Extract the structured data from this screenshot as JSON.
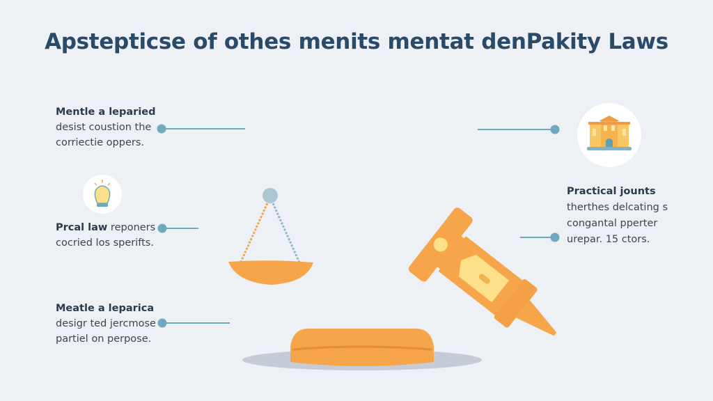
{
  "title": "Apstepticse of othes menits mentat denPakity Laws",
  "colors": {
    "accent": "#f6a54a",
    "connector": "#6fa9be",
    "title": "#2a4a68",
    "background": "#edf0f4"
  },
  "left_blocks": [
    {
      "heading": "Mentle a leparied",
      "lines": [
        "desist coustion the",
        "corriectie oppers."
      ]
    },
    {
      "heading": "Prcal law",
      "heading_rest": " reponers",
      "lines": [
        "cocried los sperifts."
      ]
    },
    {
      "heading": "Meatle a leparica",
      "lines": [
        "desigr ted jercmose",
        "partiel on perpose."
      ]
    }
  ],
  "right_block": {
    "heading": "Practical jounts",
    "lines": [
      "therthes delcating s",
      "congantal pperter",
      "urepar. 15 ctors."
    ]
  },
  "icons": [
    "lightbulb-icon",
    "courthouse-icon",
    "scale-icon",
    "gavel-icon",
    "sound-block-icon"
  ]
}
